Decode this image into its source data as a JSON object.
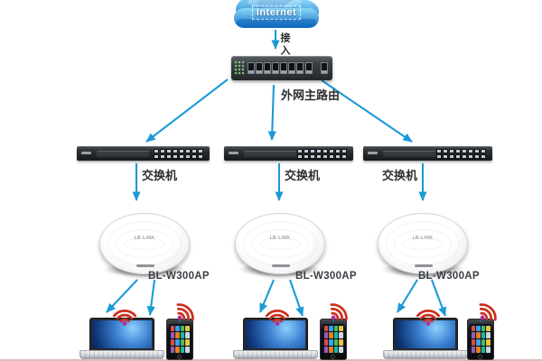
{
  "diagram": {
    "internet": {
      "label": "Internet"
    },
    "uplink": {
      "label": "接入"
    },
    "router": {
      "label": "外网主路由"
    },
    "switches": [
      {
        "label": "交换机"
      },
      {
        "label": "交换机"
      },
      {
        "label": "交换机"
      }
    ],
    "aps": [
      {
        "label": "BL-W300AP",
        "logo": "LB-LINK"
      },
      {
        "label": "BL-W300AP",
        "logo": "LB-LINK"
      },
      {
        "label": "BL-W300AP",
        "logo": "LB-LINK"
      }
    ],
    "colors": {
      "arrow": "#1b9ad6",
      "cloud_top": "#8ed9f8",
      "cloud_bottom": "#0e6ec4",
      "wifi_arc": "#cd2f1e",
      "wifi_dot": "#b92a9c",
      "label_text": "#2e2e2e"
    }
  }
}
